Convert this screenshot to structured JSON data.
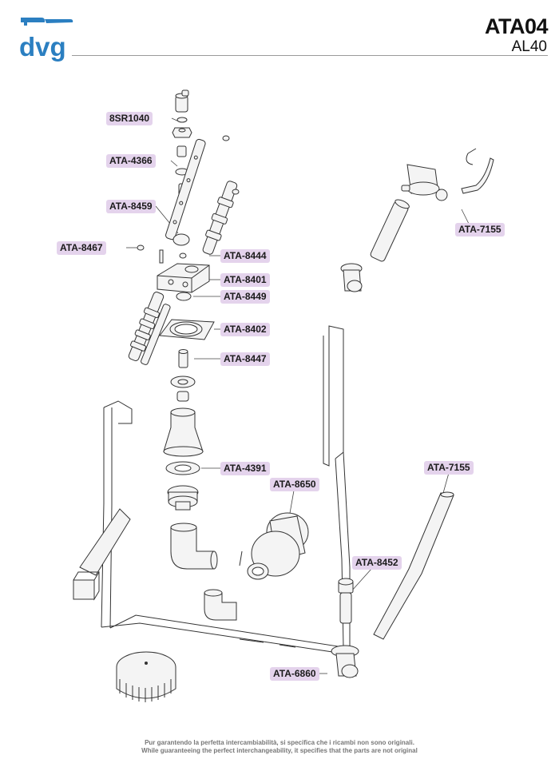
{
  "header": {
    "brand": "dvg",
    "brand_color": "#2b7fc1",
    "code": "ATA04",
    "model": "AL40"
  },
  "labels": [
    {
      "id": "l-8sr1040",
      "text": "8SR1040"
    },
    {
      "id": "l-ata4366",
      "text": "ATA-4366"
    },
    {
      "id": "l-ata8459",
      "text": "ATA-8459"
    },
    {
      "id": "l-ata8467",
      "text": "ATA-8467"
    },
    {
      "id": "l-ata8444",
      "text": "ATA-8444"
    },
    {
      "id": "l-ata8401",
      "text": "ATA-8401"
    },
    {
      "id": "l-ata8449",
      "text": "ATA-8449"
    },
    {
      "id": "l-ata8402",
      "text": "ATA-8402"
    },
    {
      "id": "l-ata8447",
      "text": "ATA-8447"
    },
    {
      "id": "l-ata4391",
      "text": "ATA-4391"
    },
    {
      "id": "l-ata8650",
      "text": "ATA-8650"
    },
    {
      "id": "l-ata7155a",
      "text": "ATA-7155"
    },
    {
      "id": "l-ata7155b",
      "text": "ATA-7155"
    },
    {
      "id": "l-ata8452",
      "text": "ATA-8452"
    },
    {
      "id": "l-ata6860",
      "text": "ATA-6860"
    }
  ],
  "footer": {
    "line_it": "Pur garantendo la perfetta intercambiabilità, si specifica che i ricambi non sono originali.",
    "line_en": "While guaranteeing the perfect interchangeability, it specifies that the parts are not original"
  },
  "colors": {
    "label_bg": "#e4d3ec",
    "line": "#333333",
    "part_fill": "#f2f2f2"
  }
}
